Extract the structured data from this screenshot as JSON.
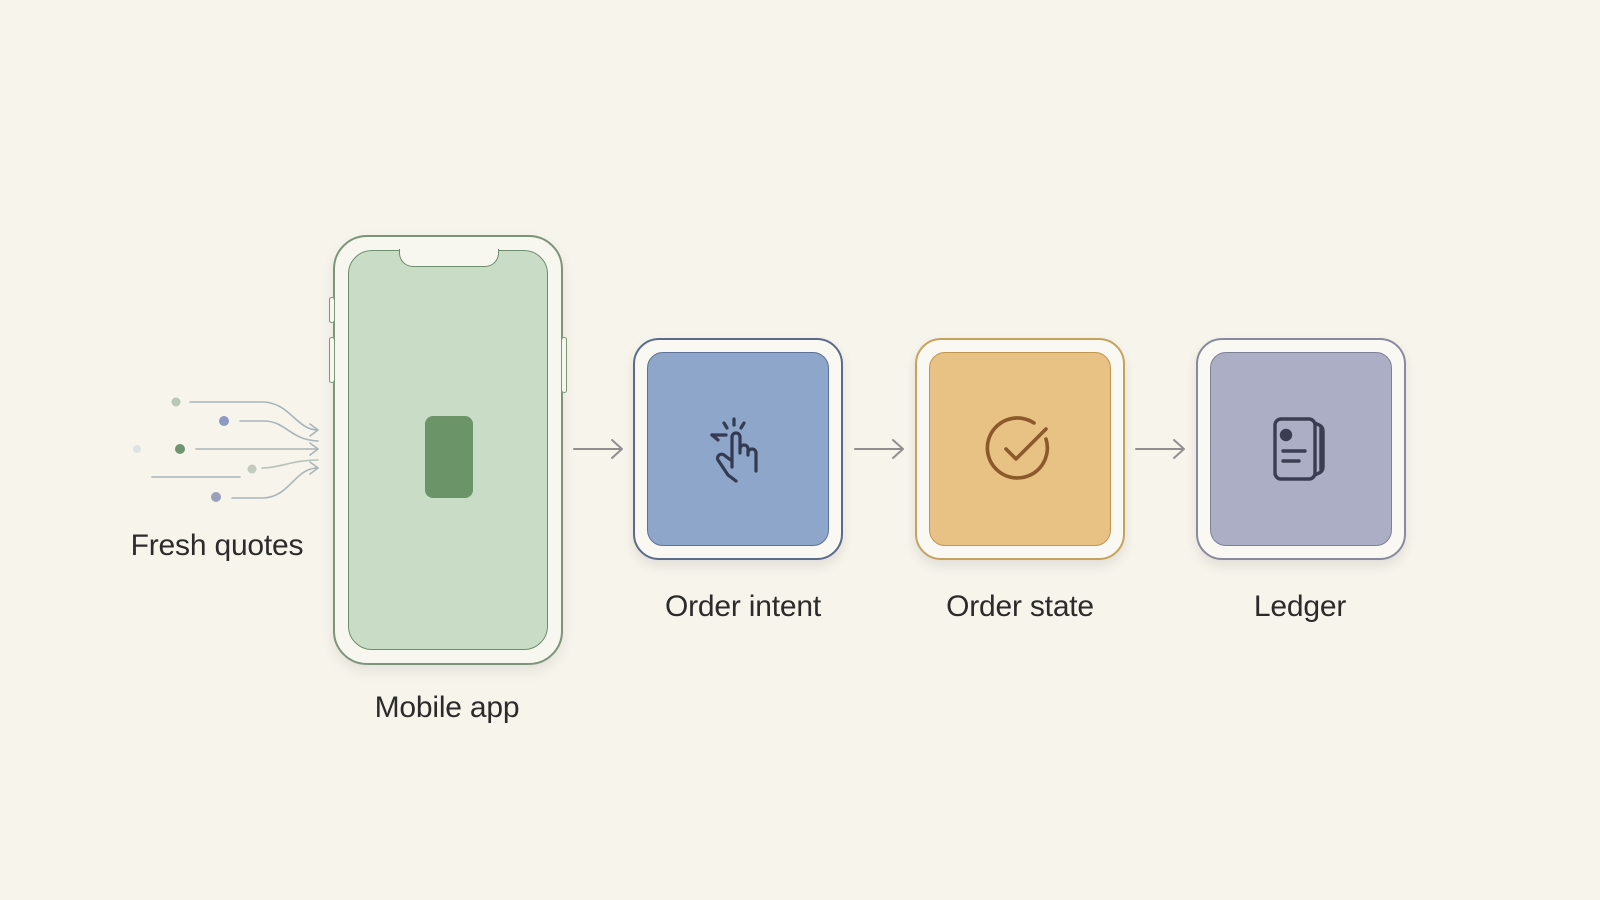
{
  "diagram": {
    "source": {
      "label": "Fresh quotes"
    },
    "app": {
      "label": "Mobile app"
    },
    "stages": [
      {
        "id": "intent",
        "label": "Order intent",
        "icon": "tap-gesture-icon"
      },
      {
        "id": "state",
        "label": "Order state",
        "icon": "check-circle-icon"
      },
      {
        "id": "ledger",
        "label": "Ledger",
        "icon": "document-ledger-icon"
      }
    ]
  },
  "colors": {
    "background": "#f7f4ec",
    "app_green": "#c9ddc6",
    "intent_blue": "#8da6c9",
    "state_amber": "#e8c184",
    "ledger_lavender": "#acaec5",
    "arrow": "#8f8f8f"
  }
}
